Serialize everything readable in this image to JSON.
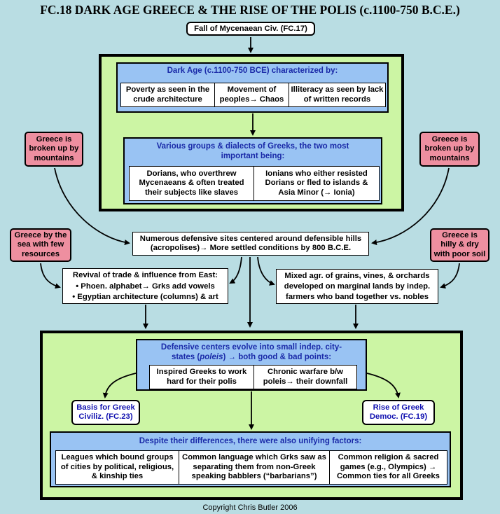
{
  "title": "FC.18 DARK AGE GREECE & THE RISE OF THE POLIS (c.1100-750 B.C.E.)",
  "fall_link": "Fall of Mycenaean Civ. (FC.17)",
  "dark_age": {
    "header": "Dark Age (c.1100-750 BCE) characterized by:",
    "cells": [
      "Poverty as seen in the crude architecture",
      "Movement of peoples→ Chaos",
      "Illiteracy as seen by lack of written records"
    ]
  },
  "groups": {
    "header_line1": "Various groups & dialects of Greeks, the two most",
    "header_line2": "important being:",
    "cells": [
      "Dorians, who overthrew Mycenaeans & often treated their subjects like slaves",
      "Ionians who either resisted Dorians or fled to islands & Asia Minor (→ Ionia)"
    ]
  },
  "geography": {
    "mountains_left": "Greece is broken up by mountains",
    "mountains_right": "Greece is broken up by mountains",
    "sea": "Greece by the sea with few resources",
    "hilly": "Greece is hilly & dry with poor soil"
  },
  "defensive_sites": "Numerous defensive sites centered around defensible hills (acropolises)→ More settled conditions by 800 B.C.E.",
  "revival": {
    "line1": "Revival of trade & influence from East:",
    "line2": "• Phoen. alphabet→ Grks add vowels",
    "line3": "• Egyptian architecture (columns) & art"
  },
  "agriculture": "Mixed agr. of grains, vines, & orchards developed on marginal lands by indep. farmers who band together vs. nobles",
  "poleis": {
    "header_pre": "Defensive centers evolve into small indep. city-states (",
    "header_em": "poleis",
    "header_post": ") → both good & bad points:",
    "cells": [
      "Inspired Greeks to work hard for their polis",
      "Chronic warfare b/w poleis→ their downfall"
    ]
  },
  "basis_link": "Basis for Greek Civiliz. (FC.23)",
  "democ_link": "Rise of Greek Democ. (FC.19)",
  "unifying": {
    "header": "Despite their differences, there were also unifying factors:",
    "cells": [
      "Leagues which bound groups of cities by political, religious, & kinship ties",
      "Common language which Grks saw as separating them from non-Greek speaking babblers (“barbarians”)",
      "Common religion & sacred games (e.g., Olympics) → Common ties for all Greeks"
    ]
  },
  "copyright": "Copyright Chris Butler 2006"
}
